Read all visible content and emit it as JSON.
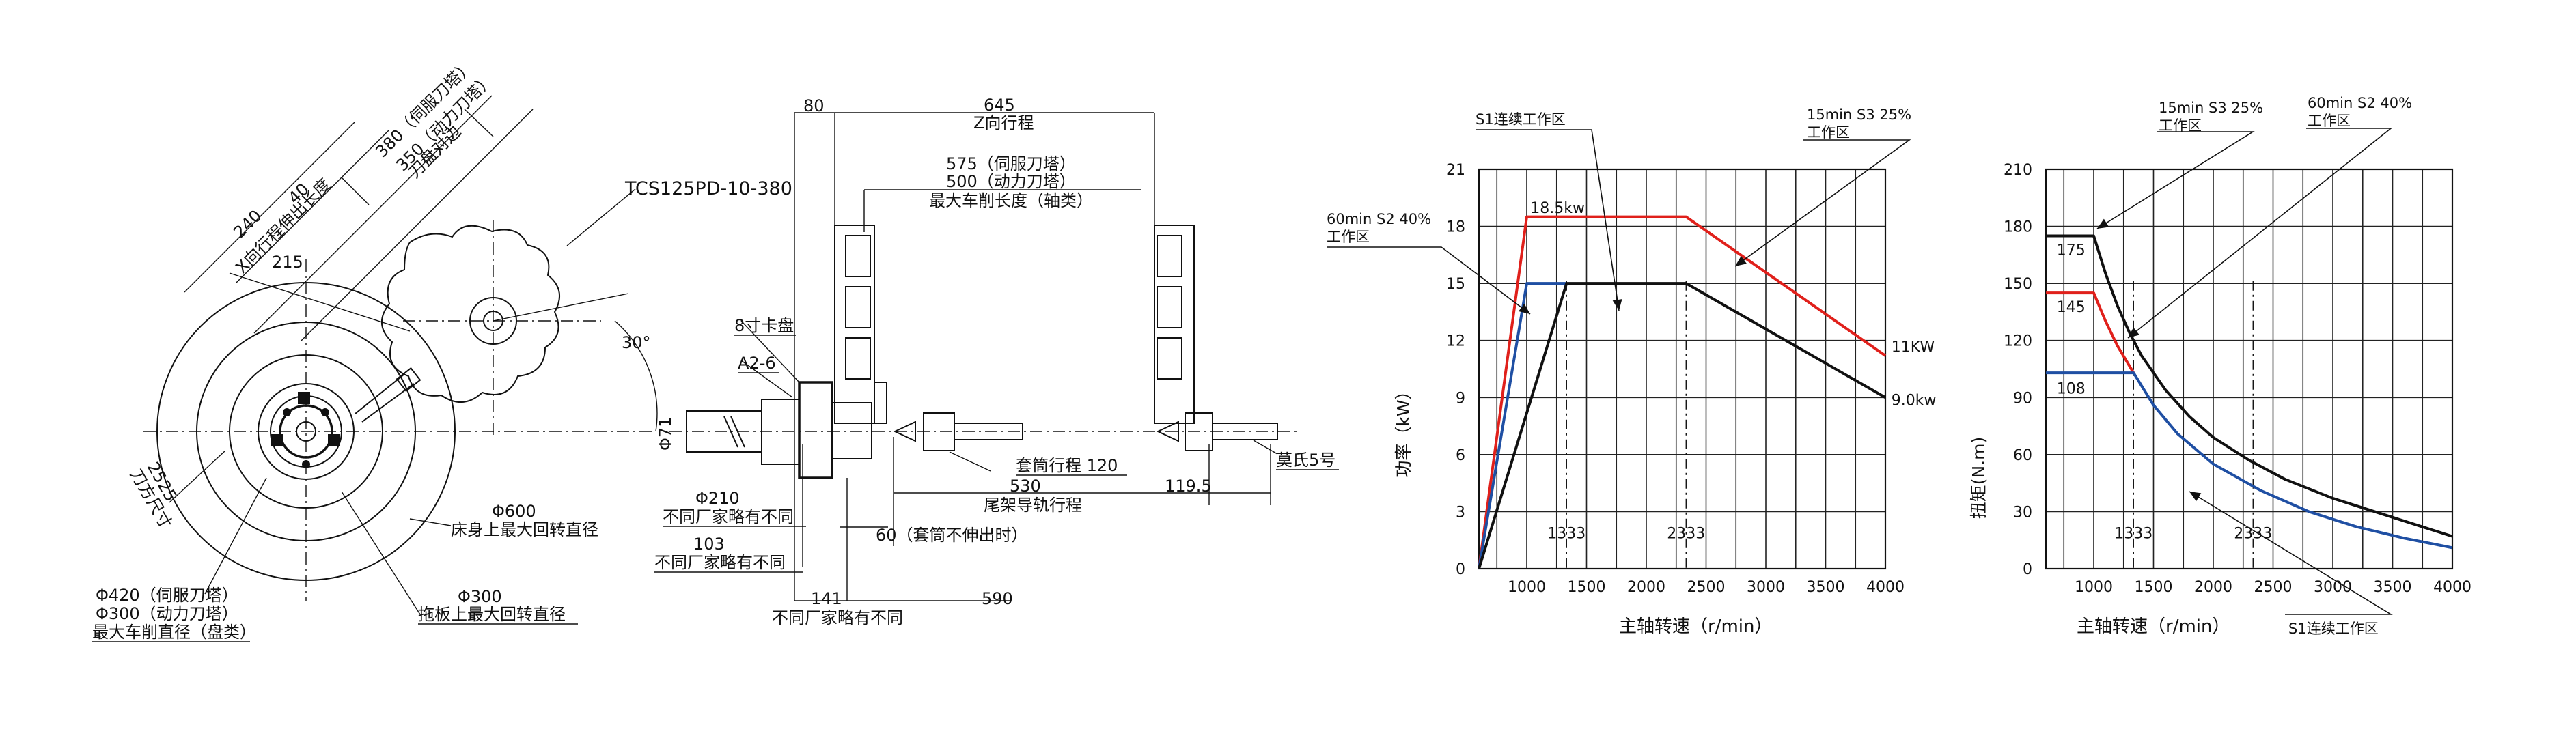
{
  "drawing": {
    "dims": {
      "d240": "240",
      "d40": "40",
      "d215": "215",
      "x_travel": "X向行程伸出长度",
      "d380": "380（伺服刀塔）",
      "d350": "350（动力刀塔）",
      "turret_center": "刀盘对边",
      "turret_model": "TCS125PD-10-380",
      "angle": "30°",
      "d25": "25",
      "d25b": "25",
      "tool_square": "刀方尺寸",
      "d600": "Φ600",
      "d600_note": "床身上最大回转直径",
      "d420": "Φ420（伺服刀塔）",
      "d300p": "Φ300（动力刀塔）",
      "d_disk_note": "最大车削直径（盘类）",
      "d300": "Φ300",
      "d300_note": "拖板上最大回转直径",
      "d80": "80",
      "d645": "645",
      "z_travel": "Z向行程",
      "d575": "575（伺服刀塔）",
      "d500": "500（动力刀塔）",
      "shaft_note": "最大车削长度（轴类）",
      "chuck": "8寸卡盘",
      "spindle_nose": "A2-6",
      "d71": "Φ71",
      "d210": "Φ210",
      "vendor_note1": "不同厂家略有不同",
      "d103": "103",
      "vendor_note2": "不同厂家略有不同",
      "quill": "套筒行程 120",
      "d530": "530",
      "tail_rail": "尾架导轨行程",
      "d1195": "119.5",
      "morse": "莫氏5号",
      "d60": "60（套筒不伸出时）",
      "d141": "141",
      "d590": "590",
      "vendor_note3": "不同厂家略有不同"
    }
  },
  "chart_data": [
    {
      "type": "line",
      "title": "",
      "xlabel": "主轴转速（r/min）",
      "ylabel": "功率（kW）",
      "xlim": [
        600,
        4000
      ],
      "ylim": [
        0,
        21
      ],
      "xticks": [
        1000,
        1500,
        2000,
        2500,
        3000,
        3500,
        4000
      ],
      "yticks": [
        0,
        3,
        6,
        9,
        12,
        15,
        18,
        21
      ],
      "grid": true,
      "series": [
        {
          "color": "#e0201b",
          "x": [
            600,
            1000,
            2333,
            4000
          ],
          "y": [
            0,
            18.5,
            18.5,
            11.2
          ]
        },
        {
          "color": "#1f4fa3",
          "x": [
            600,
            1000,
            1333
          ],
          "y": [
            0,
            15,
            15
          ]
        },
        {
          "color": "#111111",
          "x": [
            600,
            1333,
            2333,
            4000
          ],
          "y": [
            0,
            15,
            15,
            9.0
          ]
        }
      ],
      "value_labels": [
        {
          "text": "18.5kw",
          "x": 1030,
          "y": 18.7
        },
        {
          "text": "11KW",
          "x": 4050,
          "y": 11.4
        },
        {
          "text": "9.0kw",
          "x": 4050,
          "y": 8.6
        },
        {
          "text": "1333",
          "x": 1333,
          "y": 1.6
        },
        {
          "text": "2333",
          "x": 2333,
          "y": 1.6
        }
      ],
      "markers": [
        1333,
        2333
      ],
      "annotations": [
        {
          "id": "s1",
          "lines": [
            "S1连续工作区"
          ]
        },
        {
          "id": "s3",
          "lines": [
            "15min S3 25%",
            "工作区"
          ]
        },
        {
          "id": "s2",
          "lines": [
            "60min S2 40%",
            "工作区"
          ]
        }
      ]
    },
    {
      "type": "line",
      "title": "",
      "xlabel": "主轴转速（r/min）",
      "ylabel": "扭矩(N.m)",
      "xlim": [
        600,
        4000
      ],
      "ylim": [
        0,
        210
      ],
      "xticks": [
        1000,
        1500,
        2000,
        2500,
        3000,
        3500,
        4000
      ],
      "yticks": [
        0,
        30,
        60,
        90,
        120,
        150,
        180,
        210
      ],
      "grid": true,
      "series": [
        {
          "color": "#111111",
          "x": [
            600,
            1000,
            1100,
            1200,
            1300,
            1400,
            1600,
            1800,
            2000,
            2300,
            2600,
            3000,
            3500,
            4000
          ],
          "y": [
            175,
            175,
            155,
            138,
            124,
            112,
            94,
            80,
            69,
            57,
            47,
            37,
            27,
            17
          ]
        },
        {
          "color": "#e0201b",
          "x": [
            600,
            1000,
            1100,
            1200,
            1333
          ],
          "y": [
            145,
            145,
            130,
            117,
            103
          ]
        },
        {
          "color": "#1f4fa3",
          "x": [
            600,
            1333,
            1500,
            1700,
            2000,
            2400,
            2800,
            3200,
            3600,
            4000
          ],
          "y": [
            103,
            103,
            86,
            71,
            55,
            41,
            30,
            22,
            16,
            11
          ]
        }
      ],
      "value_labels": [
        {
          "text": "175",
          "x": 690,
          "y": 165
        },
        {
          "text": "145",
          "x": 690,
          "y": 135
        },
        {
          "text": "108",
          "x": 690,
          "y": 92
        },
        {
          "text": "1333",
          "x": 1333,
          "y": 16
        },
        {
          "text": "2333",
          "x": 2333,
          "y": 16
        }
      ],
      "markers": [
        1333,
        2333
      ],
      "annotations": [
        {
          "id": "s3",
          "lines": [
            "15min S3 25%",
            "工作区"
          ]
        },
        {
          "id": "s2",
          "lines": [
            "60min S2 40%",
            "工作区"
          ]
        },
        {
          "id": "s1",
          "lines": [
            "S1连续工作区"
          ]
        }
      ]
    }
  ]
}
